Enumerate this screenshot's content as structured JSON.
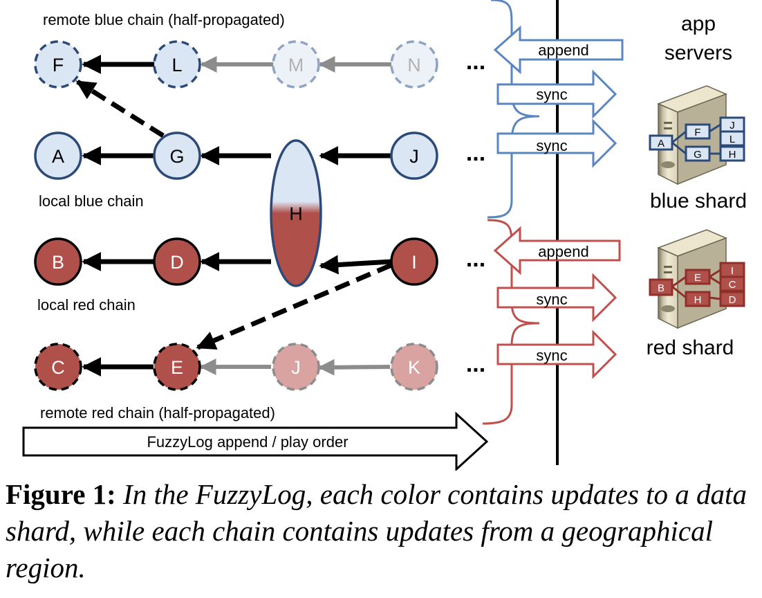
{
  "labels": {
    "remote_blue_chain": "remote blue chain (half-propagated)",
    "local_blue_chain": "local blue chain",
    "local_red_chain": "local red chain",
    "remote_red_chain": "remote red chain (half-propagated)",
    "app_servers_line1": "app",
    "app_servers_line2": "servers",
    "blue_shard": "blue shard",
    "red_shard": "red shard",
    "play_order": "FuzzyLog append / play order",
    "ellipsis": "..."
  },
  "nodes": {
    "F": "F",
    "L": "L",
    "M": "M",
    "N": "N",
    "A": "A",
    "G": "G",
    "J": "J",
    "H": "H",
    "B": "B",
    "D": "D",
    "I": "I",
    "C": "C",
    "E": "E",
    "J2": "J",
    "K": "K"
  },
  "ops": {
    "append": "append",
    "sync": "sync"
  },
  "server_boxes": {
    "blue": {
      "A": "A",
      "F": "F",
      "G": "G",
      "J": "J",
      "L": "L",
      "H": "H"
    },
    "red": {
      "B": "B",
      "E": "E",
      "H": "H",
      "I": "I",
      "C": "C",
      "D": "D"
    }
  },
  "caption": {
    "label": "Figure 1:",
    "text": "In the FuzzyLog, each color contains updates to a data shard, while each chain contains updates from a geographical region."
  },
  "colors": {
    "blue_stroke": "#2c4a78",
    "blue_fill": "#dbe6f4",
    "red_fill": "#b0504a",
    "red_pale": "#d8a3a0",
    "arrow_outline_blue": "#5a86c0",
    "arrow_outline_red": "#c0504d",
    "gray_arrow": "#8c8c8c"
  }
}
